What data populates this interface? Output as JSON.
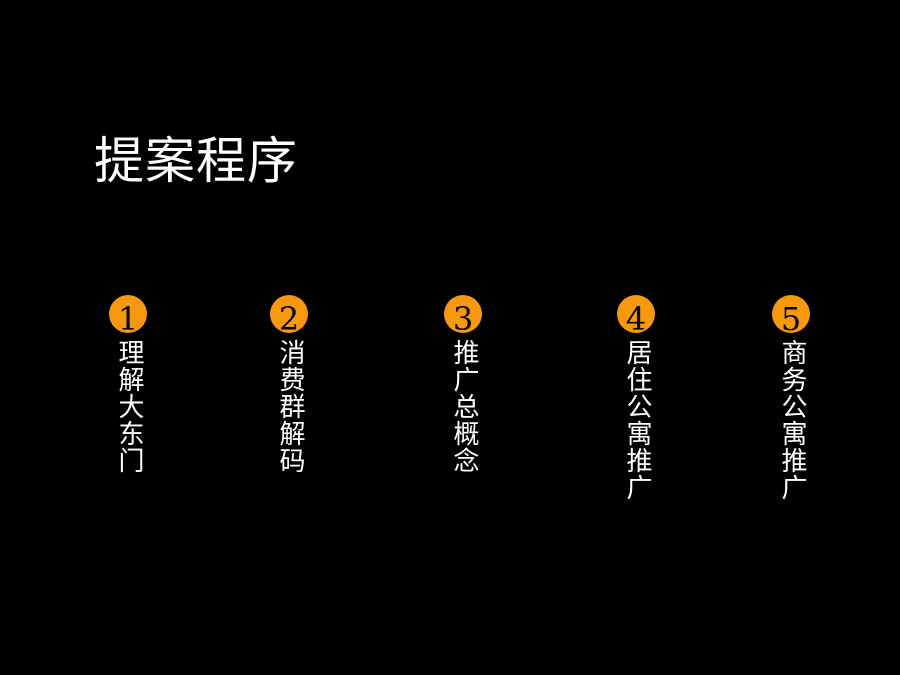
{
  "slide": {
    "title": "提案程序",
    "accent_color": "#f7980f",
    "background_color": "#000000"
  },
  "steps": [
    {
      "number": "1",
      "label": "理解大东门"
    },
    {
      "number": "2",
      "label": "消费群解码"
    },
    {
      "number": "3",
      "label": "推广总概念"
    },
    {
      "number": "4",
      "label": "居住公寓推广"
    },
    {
      "number": "5",
      "label": "商务公寓推广"
    }
  ]
}
